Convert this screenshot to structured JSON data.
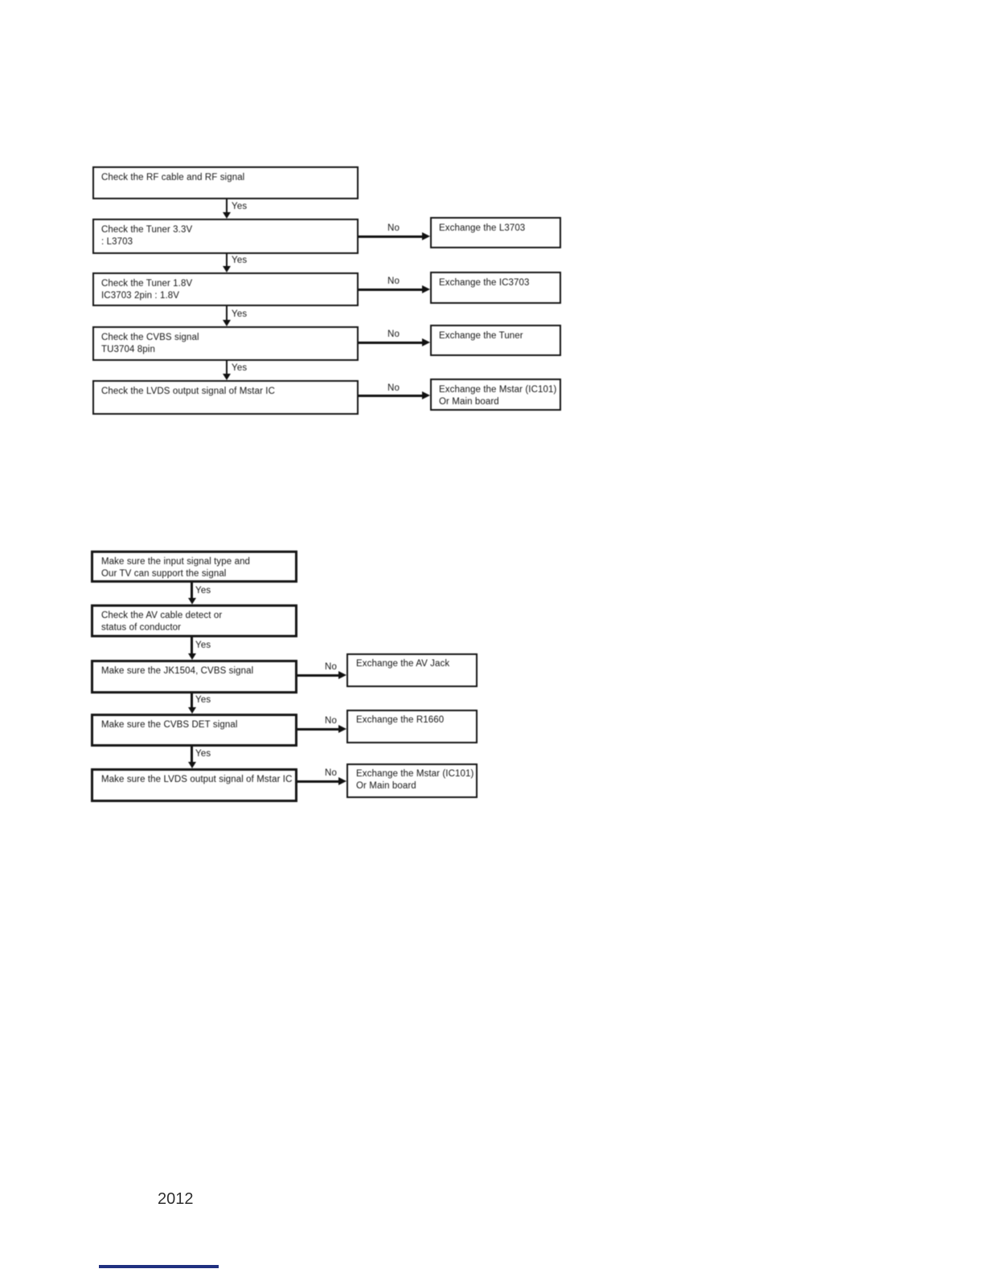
{
  "document": {
    "footer_year": "2012"
  },
  "labels": {
    "yes": "Yes",
    "no": "No"
  },
  "colors": {
    "line": "#161616",
    "box_background": "#ffffff",
    "footer_rule": "#203080"
  },
  "flowcharts": [
    {
      "id": "rf-signal-troubleshooting",
      "steps": [
        {
          "lines": [
            "Check the RF cable and RF signal"
          ]
        },
        {
          "lines": [
            "Check the Tuner 3.3V",
            ": L3703"
          ],
          "no_action_lines": [
            "Exchange the L3703"
          ]
        },
        {
          "lines": [
            "Check the Tuner 1.8V",
            "IC3703 2pin : 1.8V"
          ],
          "no_action_lines": [
            "Exchange the IC3703"
          ]
        },
        {
          "lines": [
            "Check the CVBS signal",
            "TU3704 8pin"
          ],
          "no_action_lines": [
            "Exchange the Tuner"
          ]
        },
        {
          "lines": [
            "Check the LVDS output signal of Mstar IC"
          ],
          "no_action_lines": [
            "Exchange the Mstar (IC101)",
            "Or Main board"
          ]
        }
      ]
    },
    {
      "id": "av-signal-troubleshooting",
      "steps": [
        {
          "lines": [
            "Make sure the input signal type and",
            "Our TV can support the signal"
          ]
        },
        {
          "lines": [
            "Check the AV cable detect or",
            "status of conductor"
          ]
        },
        {
          "lines": [
            "Make sure the JK1504, CVBS signal"
          ],
          "no_action_lines": [
            "Exchange the AV Jack"
          ]
        },
        {
          "lines": [
            "Make sure the CVBS  DET signal"
          ],
          "no_action_lines": [
            "Exchange the R1660"
          ]
        },
        {
          "lines": [
            "Make sure the LVDS output signal of Mstar IC"
          ],
          "no_action_lines": [
            "Exchange the Mstar (IC101)",
            "Or Main board"
          ]
        }
      ]
    }
  ]
}
